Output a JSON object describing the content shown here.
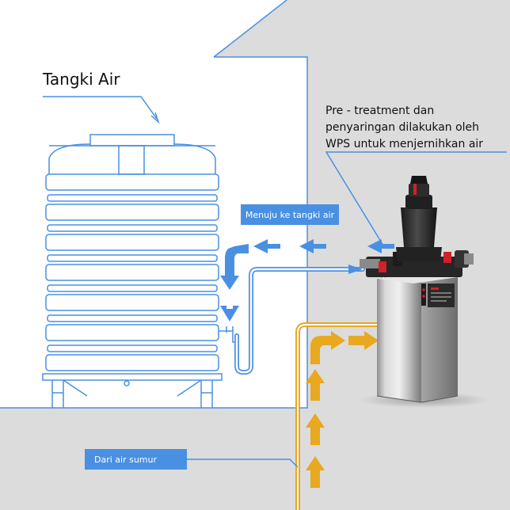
{
  "labels": {
    "tank_title": "Tangki Air",
    "note_lines": [
      "Pre - treatment dan",
      "penyaringan dilakukan oleh",
      "WPS untuk menjernihkan air"
    ],
    "flow_to_tank": "Menuju ke tangki air",
    "flow_from_well": "Dari air sumur"
  },
  "colors": {
    "outline_blue": "#4a90e2",
    "wall_gray": "#dcdcdc",
    "flow_blue": "#4a90e2",
    "flow_gold": "#e8a820",
    "unit_dark": "#2a2a2a",
    "unit_silver": "#bdbdbd",
    "valve_red": "#d0202a"
  }
}
